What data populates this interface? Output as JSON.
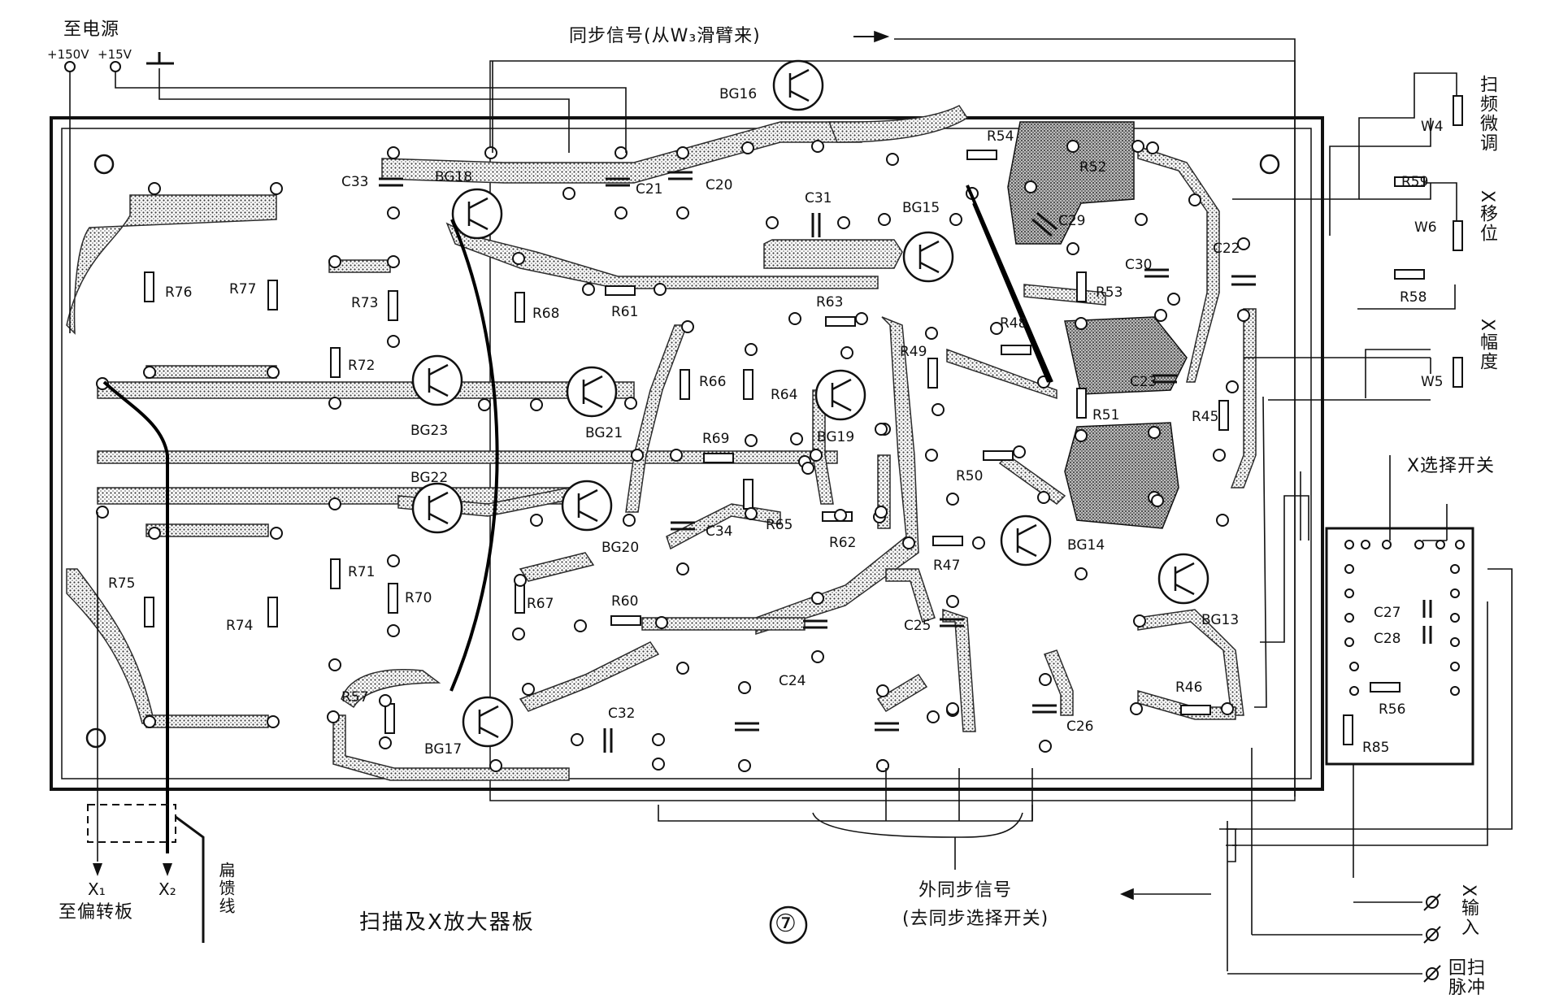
{
  "title": "扫描及X放大器板",
  "plate_number": "⑦",
  "power": {
    "heading": "至电源",
    "v150": "+150V",
    "v15": "+15V",
    "ground": "⊥"
  },
  "sync_from_w3": "同步信号(从W₃滑臂来)",
  "external_sync": {
    "line1": "外同步信号",
    "line2": "(去同步选择开关)"
  },
  "deflection": {
    "x1": "X₁",
    "x2": "X₂",
    "caption": "至偏转板",
    "cable": "扁馈线"
  },
  "right_controls": {
    "sweep_fine": "扫频微调",
    "x_shift": "X移位",
    "x_amplitude": "X幅度",
    "x_selector": "X选择开关",
    "x_input": "X输入",
    "retrace_pulse": "回扫脉冲"
  },
  "transistors": [
    "BG13",
    "BG14",
    "BG15",
    "BG16",
    "BG17",
    "BG18",
    "BG19",
    "BG20",
    "BG21",
    "BG22",
    "BG23"
  ],
  "resistors": [
    "R45",
    "R46",
    "R47",
    "R48",
    "R49",
    "R50",
    "R51",
    "R52",
    "R53",
    "R54",
    "R56",
    "R57",
    "R58",
    "R59",
    "R60",
    "R61",
    "R62",
    "R63",
    "R64",
    "R65",
    "R66",
    "R67",
    "R68",
    "R69",
    "R70",
    "R71",
    "R72",
    "R73",
    "R74",
    "R75",
    "R76",
    "R77",
    "R85"
  ],
  "capacitors": [
    "C20",
    "C21",
    "C22",
    "C23",
    "C24",
    "C25",
    "C26",
    "C27",
    "C28",
    "C29",
    "C30",
    "C31",
    "C32",
    "C33",
    "C34"
  ],
  "potentiometers": [
    "W4",
    "W5",
    "W6"
  ]
}
